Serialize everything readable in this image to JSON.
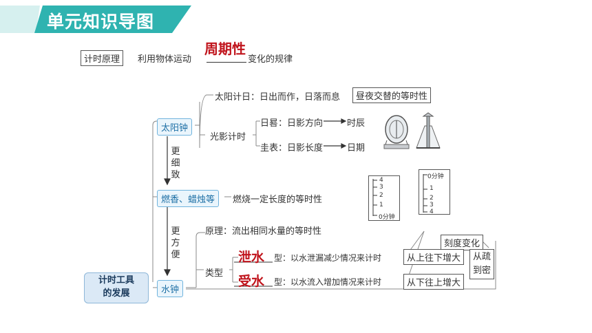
{
  "header": {
    "title": "单元知识导图"
  },
  "principle": {
    "label": "计时原理",
    "text_before": "利用物体运动",
    "answer": "周期性",
    "text_after": "变化的规律"
  },
  "root": {
    "line1": "计时工具",
    "line2": "的发展"
  },
  "sundial_clock": {
    "label": "太阳钟",
    "sun_timing": {
      "text": "太阳计日：日出而作，日落而息",
      "box": "昼夜交替的等时性"
    },
    "light_shadow": {
      "label": "光影计时",
      "rigui": "日晷：日影方向",
      "rigui_result": "时辰",
      "guibiao": "圭表：日影长度",
      "guibiao_result": "日期"
    }
  },
  "arrow1": {
    "chars": [
      "更",
      "细",
      "致"
    ]
  },
  "incense": {
    "label": "燃香、蜡烛等",
    "text": "燃烧一定长度的等时性"
  },
  "arrow2": {
    "chars": [
      "更",
      "方",
      "便"
    ]
  },
  "water_clock": {
    "label": "水钟",
    "principle": "原理：流出相同水量的等时性",
    "type_label": "类型",
    "type1": {
      "answer": "泄水",
      "text": "型：以水泄漏减少情况来计时",
      "box": "从上往下增大"
    },
    "type2": {
      "answer": "受水",
      "text": "型：以水流入增加情况来计时",
      "box": "从下往上增大"
    },
    "scale_change": "刻度变化",
    "sparse_dense": {
      "line1": "从疏",
      "line2": "到密"
    }
  },
  "scale_left": {
    "ticks": [
      "4",
      "3",
      "2",
      "1"
    ],
    "zero": "0分钟"
  },
  "scale_right": {
    "ticks": [
      "1",
      "2",
      "3",
      "4"
    ],
    "zero": "0分钟"
  },
  "colors": {
    "banner": "#2fb3b0",
    "answer_red": "#c0141c",
    "blue_box": "#6fb3dd"
  }
}
